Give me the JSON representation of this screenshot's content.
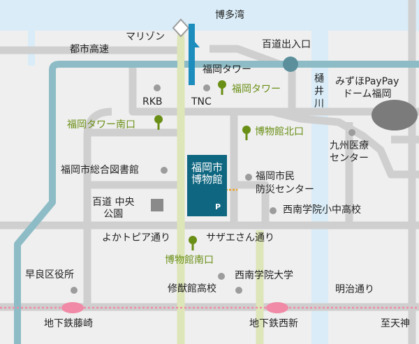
{
  "colors": {
    "background": "#efefef",
    "sea": "#d9ecf7",
    "road": "#cfcfcf",
    "expressway": "#8dbcc6",
    "main_road": "#dde6b8",
    "museum": "#0e6680",
    "bus_stop": "#6a8f16",
    "subway_station": "#f08aa6"
  },
  "labels": {
    "sea": "博多湾",
    "marizon": "マリゾン",
    "expressway": "都市高速",
    "momochi_ramp": "百道出入口",
    "fukuoka_tower": "福岡タワー",
    "higoi_river": "樋井川",
    "dome": "みずほPayPay\nドーム福岡",
    "rkb": "RKB",
    "tnc": "TNC",
    "library": "福岡市総合図書館",
    "momochi_park": "百道 中央\n公園",
    "museum": "福岡市\n博物館",
    "parking": "P",
    "kyushu_medical": "九州医療\nセンター",
    "disaster_center": "福岡市民\n防災センター",
    "seinan_jhs": "西南学院小中高校",
    "yokatopia": "よかトピア通り",
    "sazae": "サザエさん通り",
    "sawara_office": "早良区役所",
    "seinan_univ": "西南学院大学",
    "shuyukan": "修猷館高校",
    "meiji": "明治通り",
    "fujisaki": "地下鉄藤崎",
    "nishijin": "地下鉄西新",
    "shiteniin": "至天神"
  },
  "bus_stops": {
    "tower": "福岡タワー",
    "tower_south": "福岡タワー南口",
    "museum_north": "博物館北口",
    "museum_south": "博物館南口"
  }
}
